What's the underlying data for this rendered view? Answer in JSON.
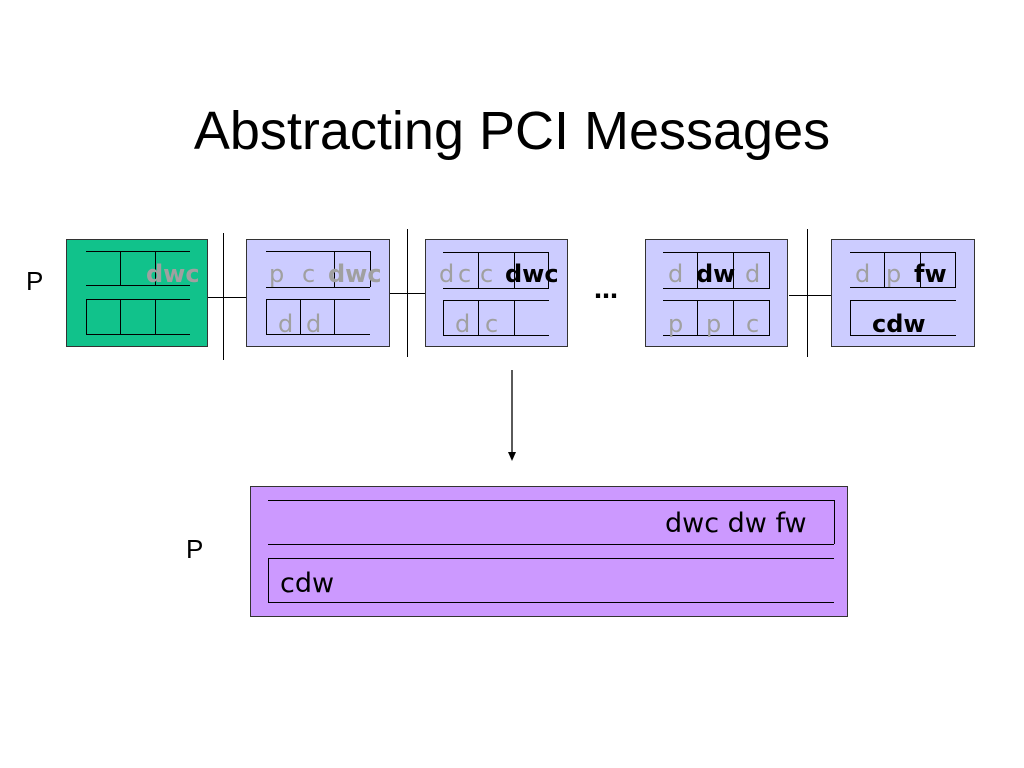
{
  "title": "Abstracting PCI Messages",
  "top_label": "P",
  "bottom_label": "P",
  "ellipsis": "…",
  "boxes": [
    {
      "name": "box-1",
      "fill": "#11c28b",
      "row1": [
        {
          "text": "dwc",
          "style": "gray-bold"
        }
      ],
      "row2": []
    },
    {
      "name": "box-2",
      "fill": "#ccccff",
      "row1": [
        {
          "text": "p",
          "style": "gray"
        },
        {
          "text": "c",
          "style": "gray"
        },
        {
          "text": "dwc",
          "style": "gray-bold"
        }
      ],
      "row2": [
        {
          "text": "d",
          "style": "gray"
        },
        {
          "text": "d",
          "style": "gray"
        }
      ]
    },
    {
      "name": "box-3",
      "fill": "#ccccff",
      "row1": [
        {
          "text": "d",
          "style": "gray"
        },
        {
          "text": "c",
          "style": "gray"
        },
        {
          "text": "c",
          "style": "gray"
        },
        {
          "text": "dwc",
          "style": "black-bold"
        }
      ],
      "row2": [
        {
          "text": "d",
          "style": "gray"
        },
        {
          "text": "c",
          "style": "gray"
        }
      ]
    },
    {
      "name": "box-4",
      "fill": "#ccccff",
      "row1": [
        {
          "text": "d",
          "style": "gray"
        },
        {
          "text": "dw",
          "style": "black-bold"
        },
        {
          "text": "d",
          "style": "gray"
        }
      ],
      "row2": [
        {
          "text": "p",
          "style": "gray"
        },
        {
          "text": "p",
          "style": "gray"
        },
        {
          "text": "c",
          "style": "gray"
        }
      ]
    },
    {
      "name": "box-5",
      "fill": "#ccccff",
      "row1": [
        {
          "text": "d",
          "style": "gray"
        },
        {
          "text": "p",
          "style": "gray"
        },
        {
          "text": "fw",
          "style": "black-bold"
        }
      ],
      "row2": [
        {
          "text": "cdw",
          "style": "black-bold"
        }
      ]
    }
  ],
  "result_box": {
    "fill": "#cc99ff",
    "row1": "dwc dw fw",
    "row2": "cdw"
  }
}
